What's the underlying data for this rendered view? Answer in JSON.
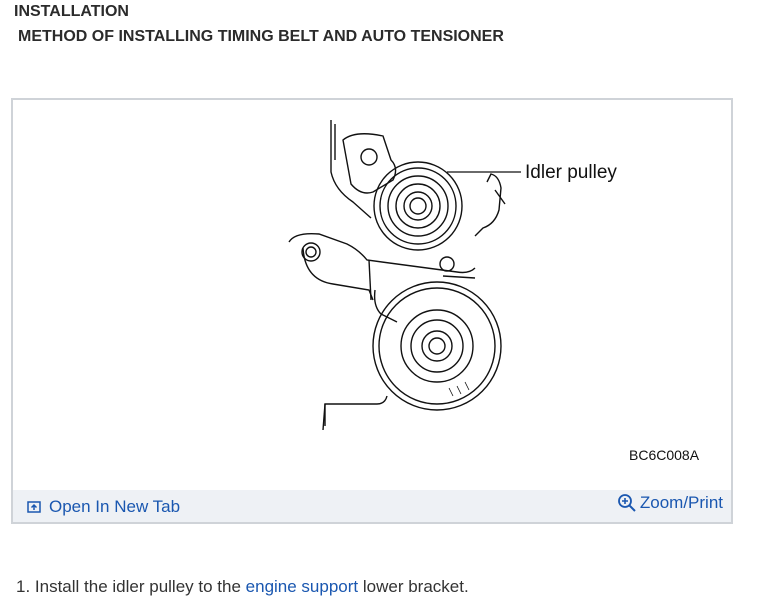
{
  "header": {
    "section_title": "INSTALLATION",
    "subsection_title": "METHOD OF INSTALLING TIMING BELT AND AUTO TENSIONER"
  },
  "figure": {
    "callout_label": "Idler pulley",
    "figure_code": "BC6C008A",
    "toolbar": {
      "open_tab_label": "Open In New Tab",
      "open_tab_icon": "open-new-tab-icon",
      "zoom_label": "Zoom/Print",
      "zoom_icon": "zoom-in-icon"
    }
  },
  "steps": [
    {
      "number": "1.",
      "text_before": " Install the idler pulley to the ",
      "link_text": "engine support",
      "text_after": " lower bracket."
    }
  ],
  "colors": {
    "link": "#1a57b0",
    "toolbar_bg": "#eef1f5",
    "border": "#cfd3d8"
  }
}
